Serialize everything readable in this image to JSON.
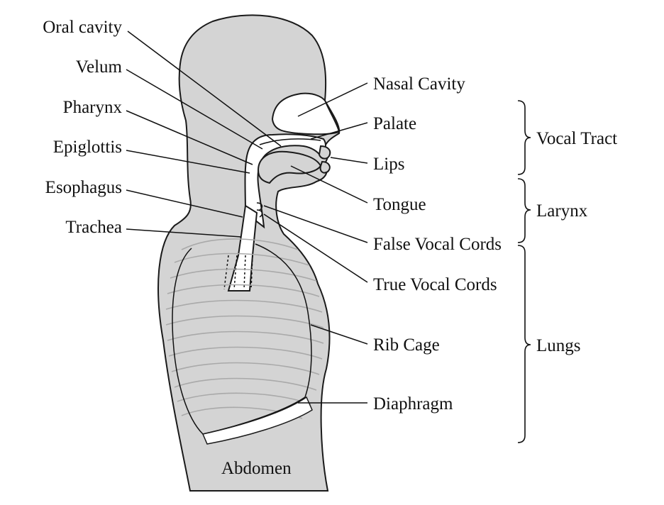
{
  "labels_left": {
    "oral_cavity": "Oral cavity",
    "velum": "Velum",
    "pharynx": "Pharynx",
    "epiglottis": "Epiglottis",
    "esophagus": "Esophagus",
    "trachea": "Trachea"
  },
  "labels_right": {
    "nasal_cavity": "Nasal Cavity",
    "palate": "Palate",
    "lips": "Lips",
    "tongue": "Tongue",
    "false_vocal_cords": "False Vocal Cords",
    "true_vocal_cords": "True Vocal Cords",
    "rib_cage": "Rib Cage",
    "diaphragm": "Diaphragm"
  },
  "groups": {
    "vocal_tract": "Vocal Tract",
    "larynx": "Larynx",
    "lungs": "Lungs"
  },
  "body_label": "Abdomen",
  "colors": {
    "body": "#d4d4d4",
    "outline": "#1a1a1a",
    "ribs": "#a9a9a9",
    "background": "#ffffff"
  }
}
